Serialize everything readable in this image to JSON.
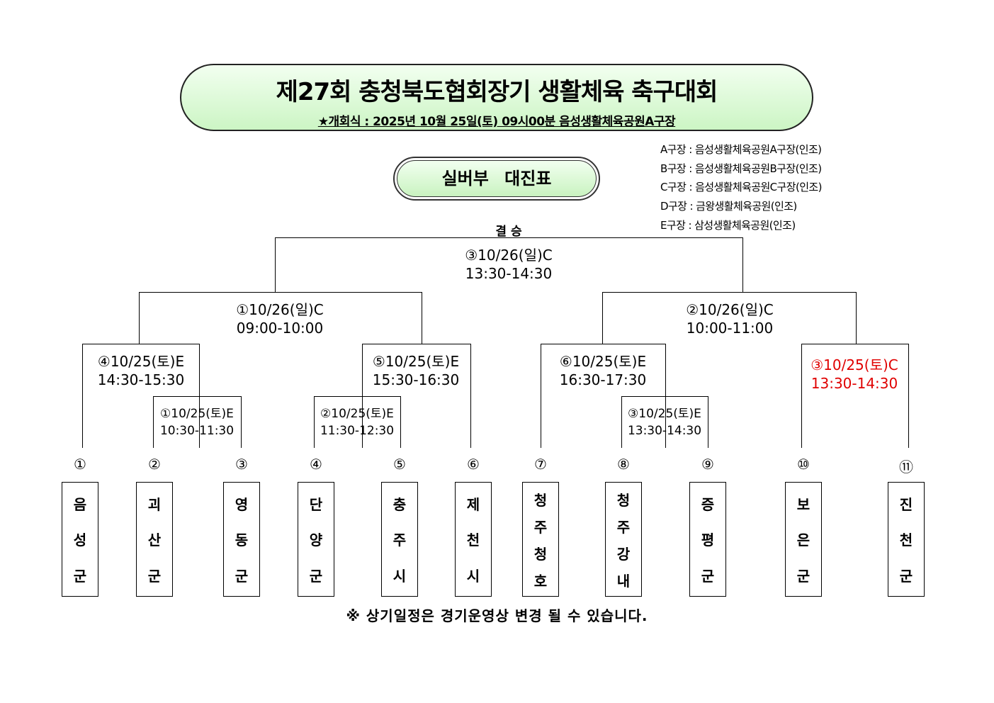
{
  "header": {
    "title": "제27회 충청북도협회장기 생활체육 축구대회",
    "subtitle": "★개회식 : 2025년 10월 25일(토) 09시00분 음성생활체육공원A구장"
  },
  "division": "실버부 대진표",
  "venues": [
    "A구장 : 음성생활체육공원A구장(인조)",
    "B구장 : 음성생활체육공원B구장(인조)",
    "C구장 : 음성생활체육공원C구장(인조)",
    "D구장 : 금왕생활체육공원(인조)",
    "E구장 : 삼성생활체육공원(인조)"
  ],
  "final_label": "결 승",
  "matches": {
    "final": {
      "date": "③10/26(일)C",
      "time": "13:30-14:30"
    },
    "semi_left": {
      "date": "①10/26(일)C",
      "time": "09:00-10:00"
    },
    "semi_right": {
      "date": "②10/26(일)C",
      "time": "10:00-11:00"
    },
    "qf4": {
      "date": "④10/25(토)E",
      "time": "14:30-15:30"
    },
    "qf5": {
      "date": "⑤10/25(토)E",
      "time": "15:30-16:30"
    },
    "qf6": {
      "date": "⑥10/25(토)E",
      "time": "16:30-17:30"
    },
    "qf3c": {
      "date": "③10/25(토)C",
      "time": "13:30-14:30",
      "color": "#e00000"
    },
    "r1": {
      "date": "①10/25(토)E",
      "time": "10:30-11:30"
    },
    "r2": {
      "date": "②10/25(토)E",
      "time": "11:30-12:30"
    },
    "r3": {
      "date": "③10/25(토)E",
      "time": "13:30-14:30"
    }
  },
  "teams": [
    {
      "num": "①",
      "chars": [
        "음",
        "성",
        "군"
      ]
    },
    {
      "num": "②",
      "chars": [
        "괴",
        "산",
        "군"
      ]
    },
    {
      "num": "③",
      "chars": [
        "영",
        "동",
        "군"
      ]
    },
    {
      "num": "④",
      "chars": [
        "단",
        "양",
        "군"
      ]
    },
    {
      "num": "⑤",
      "chars": [
        "충",
        "주",
        "시"
      ]
    },
    {
      "num": "⑥",
      "chars": [
        "제",
        "천",
        "시"
      ]
    },
    {
      "num": "⑦",
      "chars": [
        "청",
        "주",
        "청",
        "호"
      ]
    },
    {
      "num": "⑧",
      "chars": [
        "청",
        "주",
        "강",
        "내"
      ]
    },
    {
      "num": "⑨",
      "chars": [
        "증",
        "평",
        "군"
      ]
    },
    {
      "num": "⑩",
      "chars": [
        "보",
        "은",
        "군"
      ]
    },
    {
      "num": "⑪",
      "chars": [
        "진",
        "천",
        "군"
      ]
    }
  ],
  "note": "※ 상기일정은 경기운영상 변경 될 수 있습니다."
}
